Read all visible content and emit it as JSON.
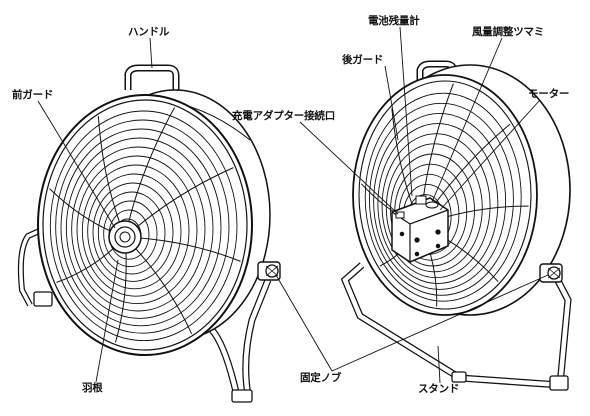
{
  "labels": {
    "handle": "ハンドル",
    "front_guard": "前ガード",
    "blade": "羽根",
    "battery_meter": "電池残量計",
    "airflow_knob": "風量調整ツマミ",
    "rear_guard": "後ガード",
    "motor": "モーター",
    "adapter_port": "充電アダプター接続口",
    "fixing_knob": "固定ノブ",
    "stand": "スタンド"
  },
  "colors": {
    "line": "#111111",
    "background": "#ffffff"
  }
}
